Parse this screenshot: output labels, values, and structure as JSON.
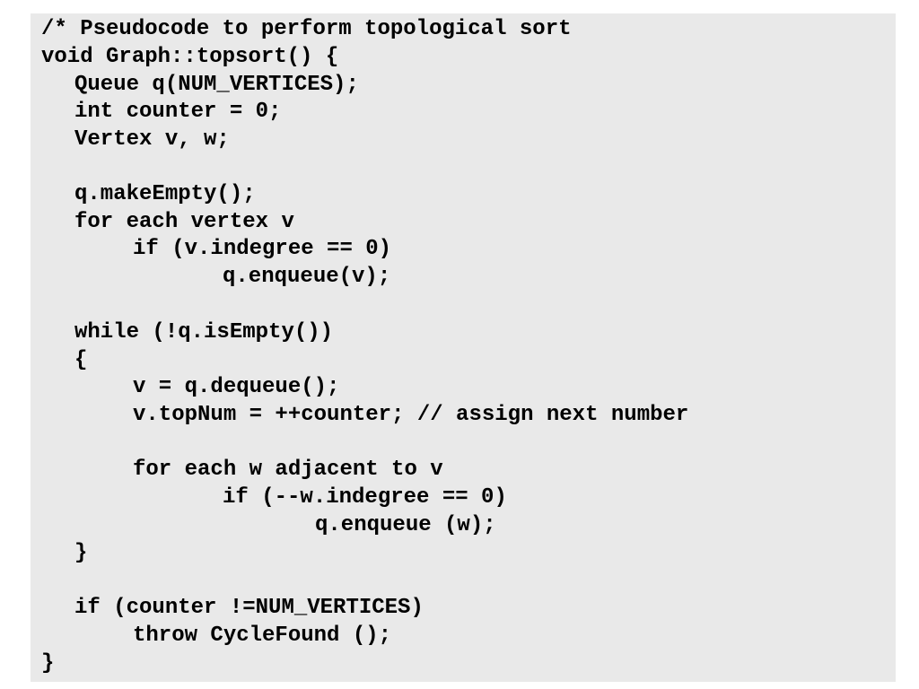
{
  "code": {
    "lines": [
      "/* Pseudocode to perform topological sort",
      "void Graph::topsort() {",
      "Queue q(NUM_VERTICES);",
      "int counter = 0;",
      "Vertex v, w;",
      "q.makeEmpty();",
      "for each vertex v",
      "if (v.indegree == 0)",
      "q.enqueue(v);",
      "while (!q.isEmpty())",
      "{",
      "v = q.dequeue();",
      "v.topNum = ++counter; // assign next number",
      "for each w adjacent to v",
      "if (--w.indegree == 0)",
      "q.enqueue (w);",
      "}",
      "if (counter !=NUM_VERTICES)",
      "throw CycleFound ();",
      "}"
    ]
  }
}
